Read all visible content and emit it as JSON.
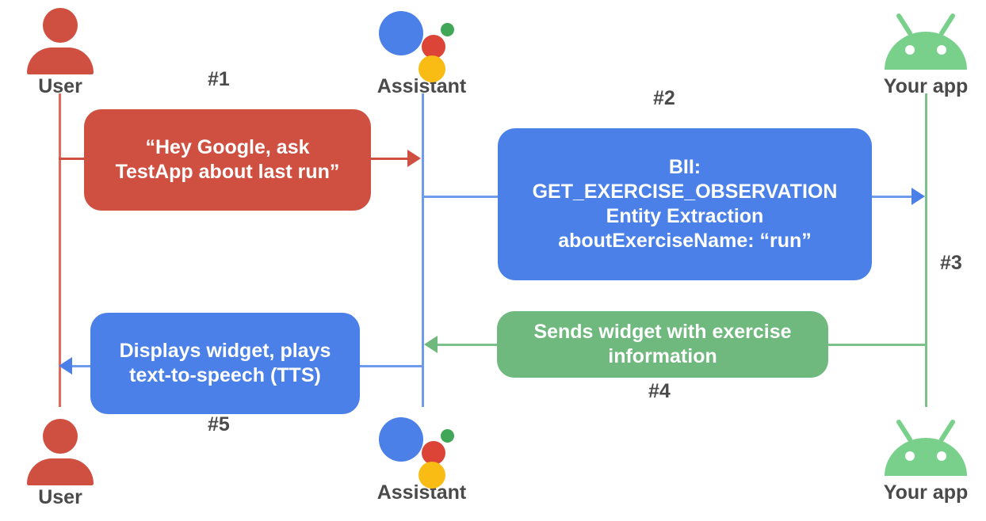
{
  "diagram": {
    "title": "Google Assistant App Actions sequence diagram",
    "colors": {
      "red": "#cf4f41",
      "blue": "#4a80e8",
      "green": "#6fb87e",
      "lifeline_red": "#e06a5c",
      "lifeline_blue": "#6f9bec",
      "lifeline_green": "#7cc08a",
      "label_gray": "#4a4a4a"
    }
  },
  "actors": {
    "top": [
      {
        "id": "user",
        "label": "User",
        "icon": "user-icon"
      },
      {
        "id": "assistant",
        "label": "Assistant",
        "icon": "google-assistant-icon"
      },
      {
        "id": "app",
        "label": "Your app",
        "icon": "android-icon"
      }
    ],
    "bottom": [
      {
        "id": "user",
        "label": "User",
        "icon": "user-icon"
      },
      {
        "id": "assistant",
        "label": "Assistant",
        "icon": "google-assistant-icon"
      },
      {
        "id": "app",
        "label": "Your app",
        "icon": "android-icon"
      }
    ]
  },
  "steps": [
    {
      "number": "#1",
      "color": "red",
      "text": "“Hey Google, ask\nTestApp about last run”"
    },
    {
      "number": "#2",
      "color": "blue",
      "text": "BII:\nGET_EXERCISE_OBSERVATION\nEntity Extraction\naboutExerciseName: “run”"
    },
    {
      "number": "#3",
      "color": "blue",
      "text": ""
    },
    {
      "number": "#4",
      "color": "green",
      "text": "Sends widget with exercise\ninformation"
    },
    {
      "number": "#5",
      "color": "blue",
      "text": "Displays widget, plays\ntext-to-speech (TTS)"
    }
  ],
  "step_labels": {
    "one": "#1",
    "two": "#2",
    "three": "#3",
    "four": "#4",
    "five": "#5"
  },
  "messages": {
    "m1": "“Hey Google, ask\nTestApp about last run”",
    "m2": "BII:\nGET_EXERCISE_OBSERVATION\nEntity Extraction\naboutExerciseName: “run”",
    "m4": "Sends widget with exercise\ninformation",
    "m5": "Displays widget, plays\ntext-to-speech (TTS)"
  }
}
